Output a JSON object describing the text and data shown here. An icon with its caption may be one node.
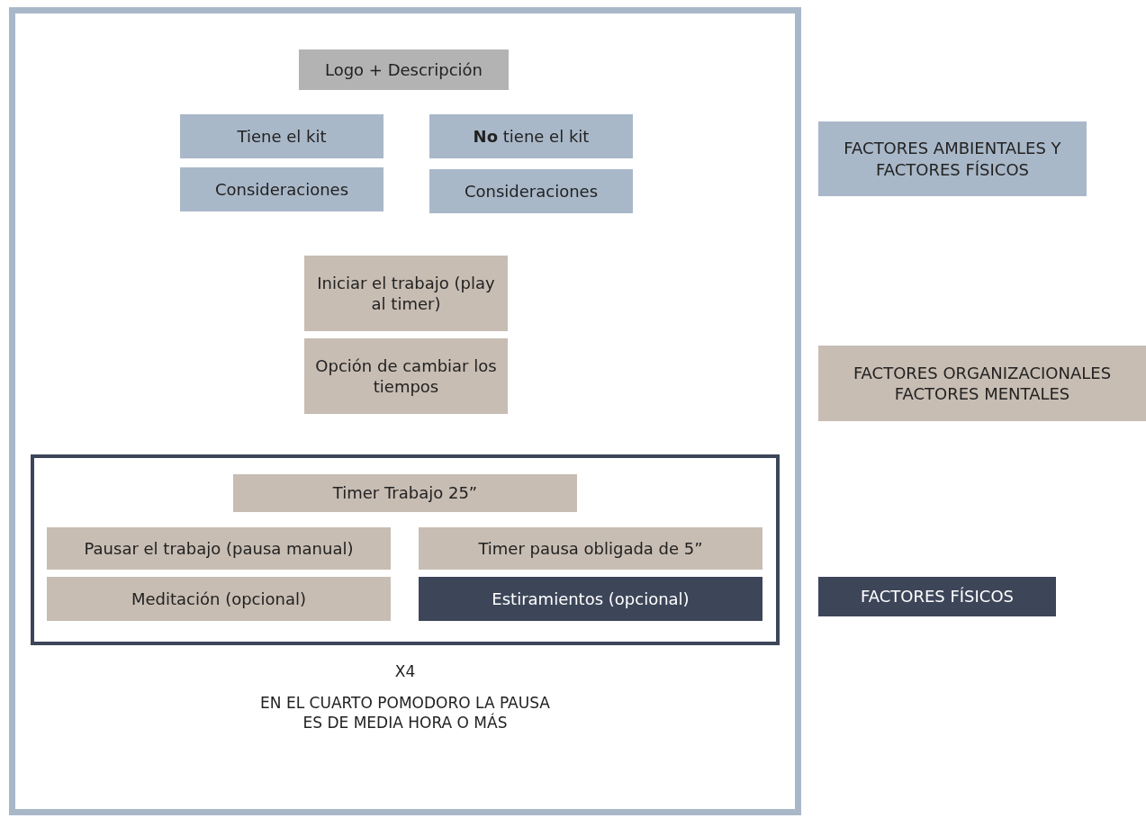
{
  "diagram": {
    "nodes": [
      {
        "text": [],
        "shape": "box"
      },
      {
        "text": [
          "Logo + Descripción"
        ],
        "in": 0
      },
      {
        "text": [
          "Tiene el kit"
        ],
        "in": 0
      },
      {
        "text": [
          "**No** tiene el kit"
        ],
        "in": 0
      },
      {
        "text": [
          "Consideraciones"
        ],
        "in": 0
      },
      {
        "text": [
          "Consideraciones"
        ],
        "in": 0
      },
      {
        "text": [
          "Iniciar el trabajo (play al timer)"
        ],
        "in": 0
      },
      {
        "text": [
          "Opción de cambiar los tiempos"
        ],
        "in": 0
      },
      {
        "text": [],
        "shape": "box",
        "in": 0
      },
      {
        "text": [
          "Timer Trabajo 25”"
        ],
        "in": 8
      },
      {
        "text": [
          "Pausar el trabajo (pausa manual)"
        ],
        "in": 8
      },
      {
        "text": [
          "Timer pausa obligada de 5”"
        ],
        "in": 8
      },
      {
        "text": [
          "Meditación (opcional)"
        ],
        "in": 8
      },
      {
        "text": [
          "Estiramientos (opcional)"
        ],
        "in": 8
      }
    ],
    "edges": [],
    "labels": [
      "X4",
      "EN EL CUARTO POMODORO LA PAUSA ES DE MEDIA HORA O MÁS"
    ],
    "legend": [
      {
        "text": "FACTORES AMBIENTALES Y FACTORES FÍSICOS",
        "color": "#a9b8c9"
      },
      {
        "text": "FACTORES ORGANIZACIONALES FACTORES MENTALES",
        "color": "#c8bdb3"
      },
      {
        "text": "FACTORES FÍSICOS",
        "color": "#3d4659"
      }
    ]
  }
}
